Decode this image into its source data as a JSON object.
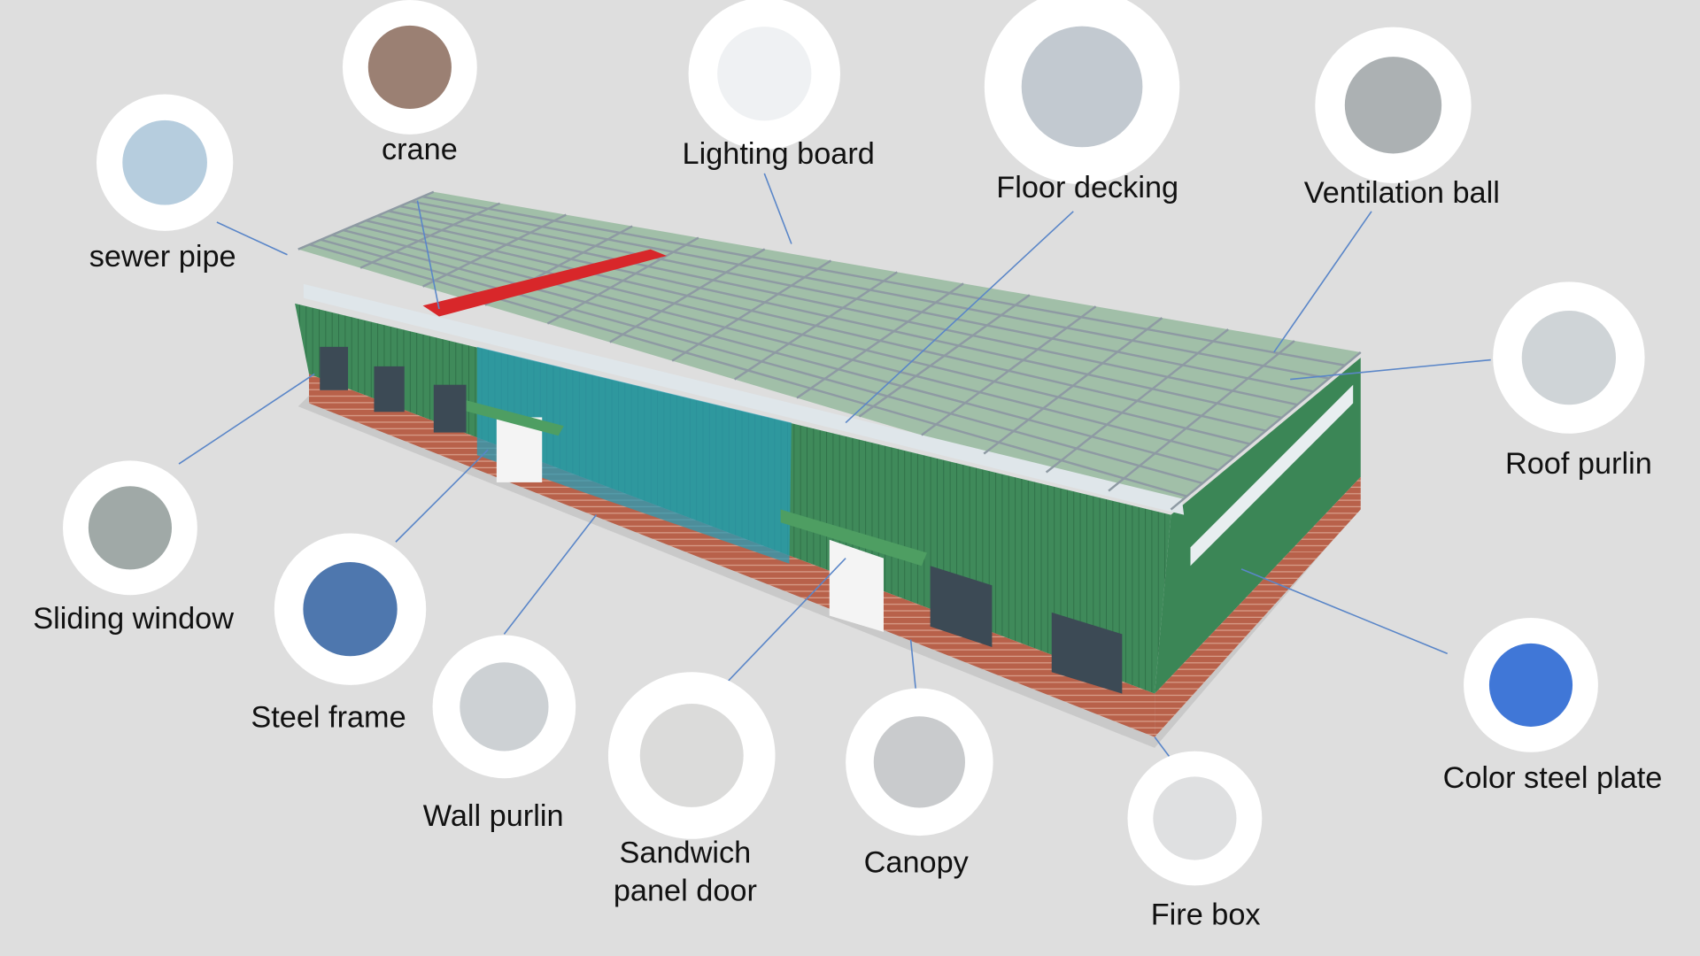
{
  "colors": {
    "background": "#dedede",
    "roof": "#6fa57c",
    "wall": "#3f8a5a",
    "brick": "#b8614a",
    "callout_line": "#5a86c8"
  },
  "components": [
    {
      "id": "crane",
      "label": "crane",
      "icon": "crane-photo-icon"
    },
    {
      "id": "sewer-pipe",
      "label": "sewer pipe",
      "icon": "gutter-photo-icon"
    },
    {
      "id": "lighting-board",
      "label": "Lighting board",
      "icon": "translucent-sheet-icon"
    },
    {
      "id": "floor-decking",
      "label": "Floor decking",
      "icon": "decking-sheet-icon"
    },
    {
      "id": "ventilation-ball",
      "label": "Ventilation ball",
      "icon": "turbine-vent-icon"
    },
    {
      "id": "roof-purlin",
      "label": "Roof purlin",
      "icon": "c-purlin-icon"
    },
    {
      "id": "color-steel-plate",
      "label": "Color steel plate",
      "icon": "blue-corrugated-sheet-icon"
    },
    {
      "id": "fire-box",
      "label": "Fire box",
      "icon": "fire-box-icon"
    },
    {
      "id": "canopy",
      "label": "Canopy",
      "icon": "canopy-photo-icon"
    },
    {
      "id": "sandwich-panel-door",
      "label": "Sandwich panel door",
      "label_lines": [
        "Sandwich",
        "panel door"
      ],
      "icon": "sliding-door-icon"
    },
    {
      "id": "wall-purlin",
      "label": "Wall purlin",
      "icon": "c-purlin-icon"
    },
    {
      "id": "steel-frame",
      "label": "Steel frame",
      "icon": "steel-truss-icon"
    },
    {
      "id": "sliding-window",
      "label": "Sliding window",
      "icon": "window-icon"
    }
  ]
}
